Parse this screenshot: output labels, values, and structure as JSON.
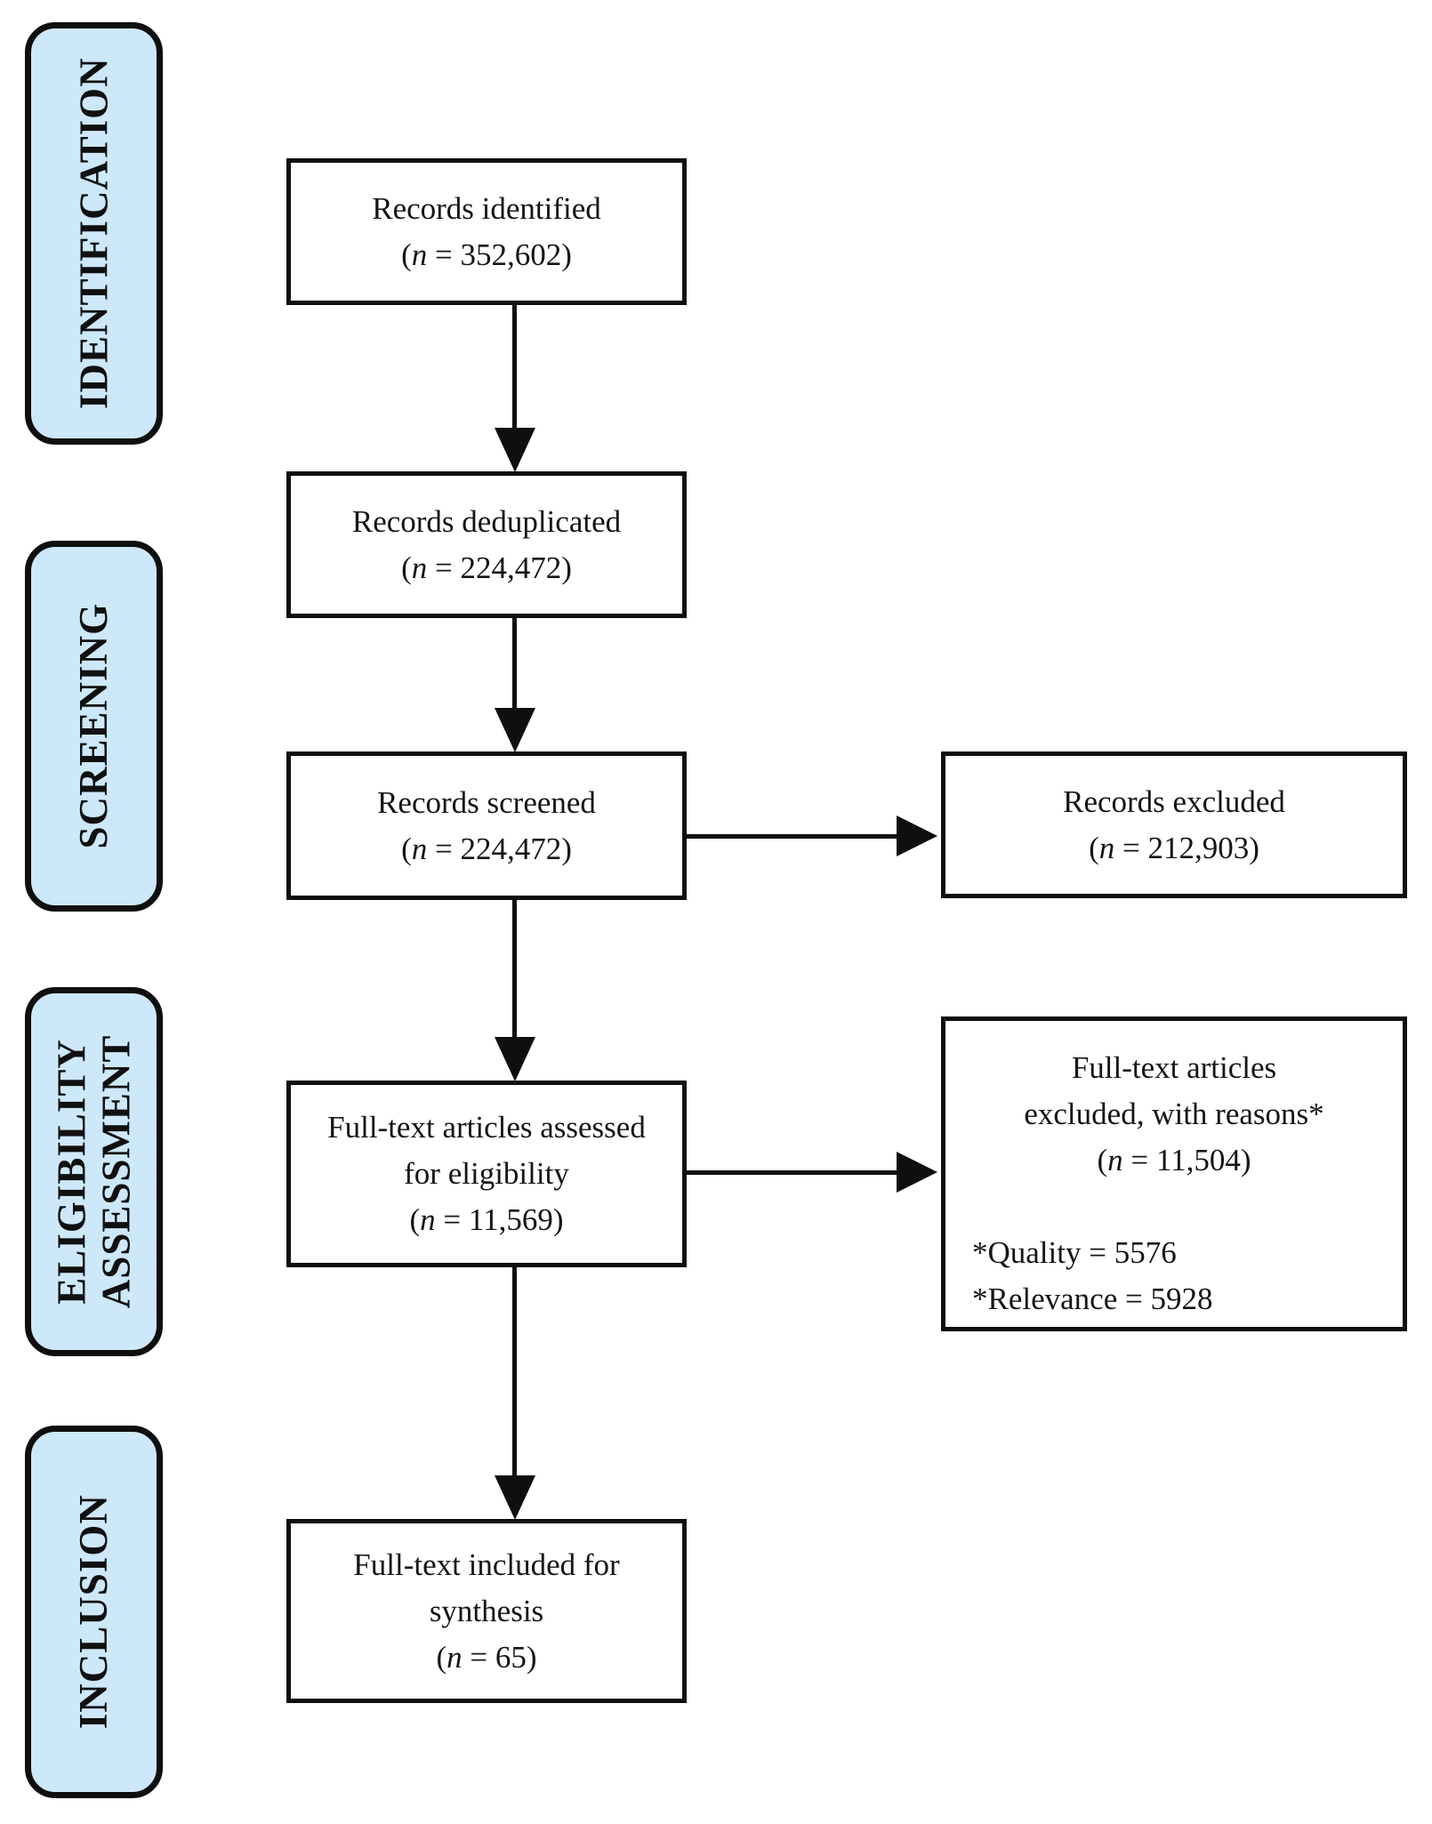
{
  "figure": {
    "type": "prisma-flow-diagram",
    "colors": {
      "stage_fill": "#cde8f9",
      "line": "#0f0f0f",
      "box_fill": "#ffffff",
      "background": "#ffffff"
    },
    "stages": [
      {
        "id": "identification",
        "lines": [
          "IDENTIFICATION"
        ]
      },
      {
        "id": "screening",
        "lines": [
          "SCREENING"
        ]
      },
      {
        "id": "eligibility-assessment",
        "lines": [
          "ELIGIBILITY",
          "ASSESSMENT"
        ]
      },
      {
        "id": "inclusion",
        "lines": [
          "INCLUSION"
        ]
      }
    ],
    "boxes": {
      "identified": {
        "title": "Records identified",
        "count_open": "(",
        "count_var": "n",
        "count_rest": " = 352,602)"
      },
      "deduplicated": {
        "title": "Records deduplicated",
        "count_open": "(",
        "count_var": "n",
        "count_rest": " = 224,472)"
      },
      "screened": {
        "title": "Records screened",
        "count_open": "(",
        "count_var": "n",
        "count_rest": " = 224,472)"
      },
      "assessed": {
        "title_line1": "Full-text articles assessed",
        "title_line2": "for eligibility",
        "count_open": "(",
        "count_var": "n",
        "count_rest": " = 11,569)"
      },
      "included": {
        "title_line1": "Full-text included for",
        "title_line2": "synthesis",
        "count_open": "(",
        "count_var": "n",
        "count_rest": " = 65)"
      },
      "records_excluded": {
        "title": "Records excluded",
        "count_open": "(",
        "count_var": "n",
        "count_rest": " = 212,903)"
      },
      "fulltext_excluded": {
        "title_line1": "Full-text articles",
        "title_line2": "excluded, with reasons*",
        "count_open": "(",
        "count_var": "n",
        "count_rest": " = 11,504)",
        "reason1": "*Quality = 5576",
        "reason2": "*Relevance = 5928"
      }
    }
  }
}
